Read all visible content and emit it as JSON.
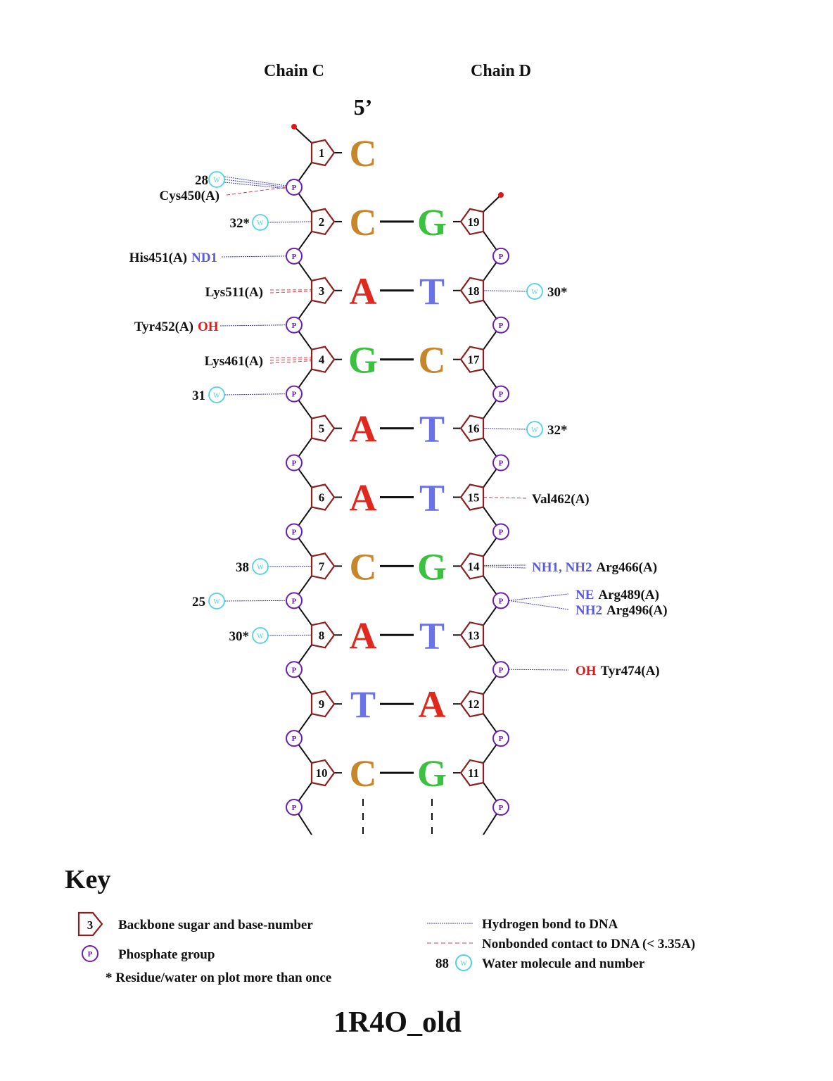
{
  "header": {
    "chain_left": "Chain C",
    "chain_right": "Chain D",
    "five_prime": "5’"
  },
  "colors": {
    "A": "#e0281e",
    "T": "#6a72e8",
    "G": "#3cc040",
    "C": "#c8862a",
    "sugar": "#8b2020",
    "phosphate": "#6a1fb0",
    "water": "#4fd2e0",
    "hbond": "#4040c0",
    "nonbond": "#d04050",
    "atom_blue": "#5a5ae0",
    "atom_red": "#d81c1c",
    "terminal": "#e01818"
  },
  "pairs": [
    {
      "left_num": "1",
      "left_base": "C",
      "right_num": "",
      "right_base": ""
    },
    {
      "left_num": "2",
      "left_base": "C",
      "right_num": "19",
      "right_base": "G"
    },
    {
      "left_num": "3",
      "left_base": "A",
      "right_num": "18",
      "right_base": "T"
    },
    {
      "left_num": "4",
      "left_base": "G",
      "right_num": "17",
      "right_base": "C"
    },
    {
      "left_num": "5",
      "left_base": "A",
      "right_num": "16",
      "right_base": "T"
    },
    {
      "left_num": "6",
      "left_base": "A",
      "right_num": "15",
      "right_base": "T"
    },
    {
      "left_num": "7",
      "left_base": "C",
      "right_num": "14",
      "right_base": "G"
    },
    {
      "left_num": "8",
      "left_base": "A",
      "right_num": "13",
      "right_base": "T"
    },
    {
      "left_num": "9",
      "left_base": "T",
      "right_num": "12",
      "right_base": "A"
    },
    {
      "left_num": "10",
      "left_base": "C",
      "right_num": "11",
      "right_base": "G"
    }
  ],
  "phosphate_label": "P",
  "water_label": "W",
  "contacts_left": [
    {
      "target": "phosphate-1",
      "kind": "water",
      "label": "28",
      "atom": "",
      "bond": "hbond",
      "lines": 3
    },
    {
      "target": "phosphate-1",
      "kind": "residue",
      "label": "Cys450(A)",
      "atom": "",
      "bond": "nonbond",
      "lines": 1
    },
    {
      "target": "sugar-2",
      "kind": "water",
      "label": "32*",
      "atom": "",
      "bond": "hbond",
      "lines": 1
    },
    {
      "target": "phosphate-2",
      "kind": "residue",
      "label": "His451(A)",
      "atom": "ND1",
      "atom_color": "blue",
      "bond": "hbond",
      "lines": 1
    },
    {
      "target": "sugar-3",
      "kind": "residue",
      "label": "Lys511(A)",
      "atom": "",
      "bond": "nonbond",
      "lines": 2
    },
    {
      "target": "phosphate-3",
      "kind": "residue",
      "label": "Tyr452(A)",
      "atom": "OH",
      "atom_color": "red",
      "bond": "hbond",
      "lines": 1
    },
    {
      "target": "sugar-4",
      "kind": "residue",
      "label": "Lys461(A)",
      "atom": "",
      "bond": "nonbond",
      "lines": 3
    },
    {
      "target": "phosphate-4",
      "kind": "water",
      "label": "31",
      "atom": "",
      "bond": "hbond",
      "lines": 1
    },
    {
      "target": "sugar-7",
      "kind": "water",
      "label": "38",
      "atom": "",
      "bond": "hbond",
      "lines": 1
    },
    {
      "target": "phosphate-7",
      "kind": "water",
      "label": "25",
      "atom": "",
      "bond": "hbond",
      "lines": 1
    },
    {
      "target": "sugar-8",
      "kind": "water",
      "label": "30*",
      "atom": "",
      "bond": "hbond",
      "lines": 1
    }
  ],
  "contacts_right": [
    {
      "target": "sugar-18",
      "kind": "water",
      "label": "30*",
      "atom": "",
      "bond": "hbond",
      "lines": 1
    },
    {
      "target": "sugar-16",
      "kind": "water",
      "label": "32*",
      "atom": "",
      "bond": "hbond",
      "lines": 1
    },
    {
      "target": "sugar-15",
      "kind": "residue",
      "label": "Val462(A)",
      "atom": "",
      "bond": "nonbond",
      "lines": 1
    },
    {
      "target": "sugar-14",
      "kind": "residue",
      "label": "Arg466(A)",
      "atom": "NH1, NH2",
      "atom_color": "blue",
      "bond": "hbond",
      "lines": 2
    },
    {
      "target": "phosphate-14",
      "kind": "residue",
      "label": "Arg489(A)",
      "atom": "NE",
      "atom_color": "blue",
      "bond": "hbond",
      "lines": 1
    },
    {
      "target": "phosphate-14",
      "kind": "residue",
      "label": "Arg496(A)",
      "atom": "NH2",
      "atom_color": "blue",
      "bond": "hbond",
      "lines": 1
    },
    {
      "target": "phosphate-13",
      "kind": "residue",
      "label": "Tyr474(A)",
      "atom": "OH",
      "atom_color": "red",
      "bond": "hbond",
      "lines": 1
    }
  ],
  "key": {
    "title": "Key",
    "sugar_example_num": "3",
    "sugar_text": "Backbone sugar and base-number",
    "phosphate_text": "Phosphate group",
    "star_text": "* Residue/water on plot more than once",
    "hbond_text": "Hydrogen bond to DNA",
    "nonbond_text": "Nonbonded contact to DNA (< 3.35A)",
    "water_example_num": "88",
    "water_text": "Water molecule and number"
  },
  "footer": {
    "title": "1R4O_old"
  }
}
